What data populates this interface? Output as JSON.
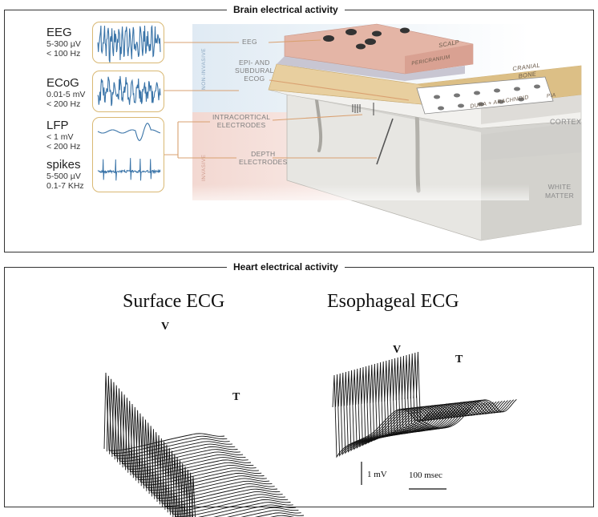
{
  "brain": {
    "title": "Brain electrical activity",
    "signals": [
      {
        "name": "EEG",
        "specs": [
          "5-300 µV",
          "< 100 Hz"
        ]
      },
      {
        "name": "ECoG",
        "specs": [
          "0.01-5 mV",
          "< 200 Hz"
        ]
      },
      {
        "name": "LFP",
        "specs": [
          "< 1 mV",
          "< 200 Hz"
        ]
      },
      {
        "name": "spikes",
        "specs": [
          "5-500 µV",
          "0.1-7 KHz"
        ]
      }
    ],
    "recording_labels": {
      "eeg": "EEG",
      "ecog": [
        "EPI- AND",
        "SUBDURAL",
        "ECOG"
      ],
      "intracortical": [
        "INTRACORTICAL",
        "ELECTRODES"
      ],
      "depth": [
        "DEPTH",
        "ELECTRODES"
      ]
    },
    "zones": {
      "noninvasive": "NON-INVASIVE",
      "invasive": "INVASIVE"
    },
    "layers": {
      "scalp": "SCALP",
      "pericranium": "PERICRANIUM",
      "cranial_bone": [
        "CRANIAL",
        "BONE"
      ],
      "dura": "DURA + ARACHNOID",
      "pia": "PIA",
      "cortex": "CORTEX",
      "white_matter": [
        "WHITE",
        "MATTER"
      ]
    },
    "colors": {
      "box_border": "#d9b873",
      "trace": "#3a74a8",
      "connector": "#d9a070",
      "noninvasive_zone": "#dce8f2",
      "invasive_zone": "#f2d6cf"
    }
  },
  "heart": {
    "title": "Heart electrical activity",
    "surface": {
      "title": "Surface ECG",
      "v": "V",
      "t": "T"
    },
    "esophageal": {
      "title": "Esophageal ECG",
      "v": "V",
      "t": "T",
      "scale_v": "1 mV",
      "scale_t": "100 msec"
    }
  }
}
